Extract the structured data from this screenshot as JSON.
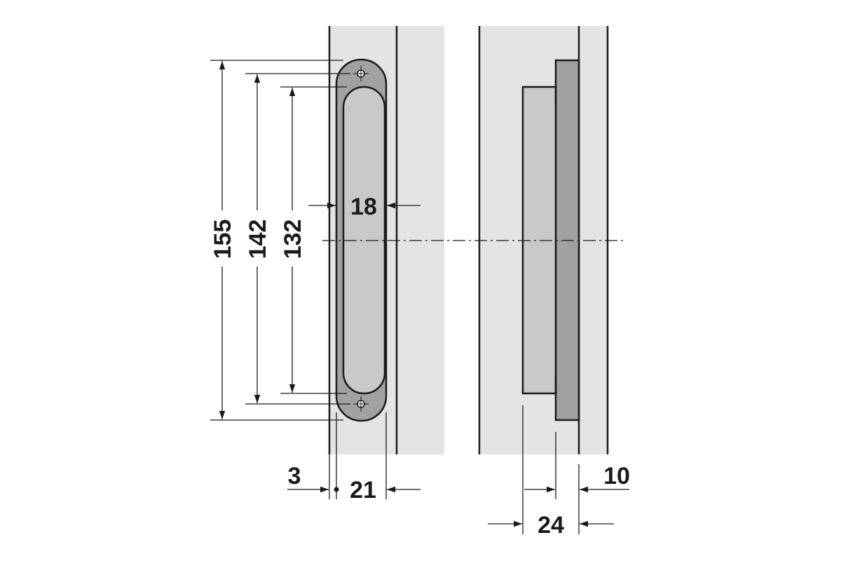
{
  "drawing": {
    "dimensions": {
      "overall_length": "155",
      "hole_spacing": "142",
      "pocket_length": "132",
      "body_width": "18",
      "edge_offset": "3",
      "mount_width": "21",
      "depth": "24",
      "flange_depth": "10"
    },
    "colors": {
      "background": "#ffffff",
      "panel": "#e3e4e6",
      "hinge_body": "#9fa1a3",
      "hinge_face": "#c8c9cb",
      "ink": "#1a1a1a"
    }
  }
}
